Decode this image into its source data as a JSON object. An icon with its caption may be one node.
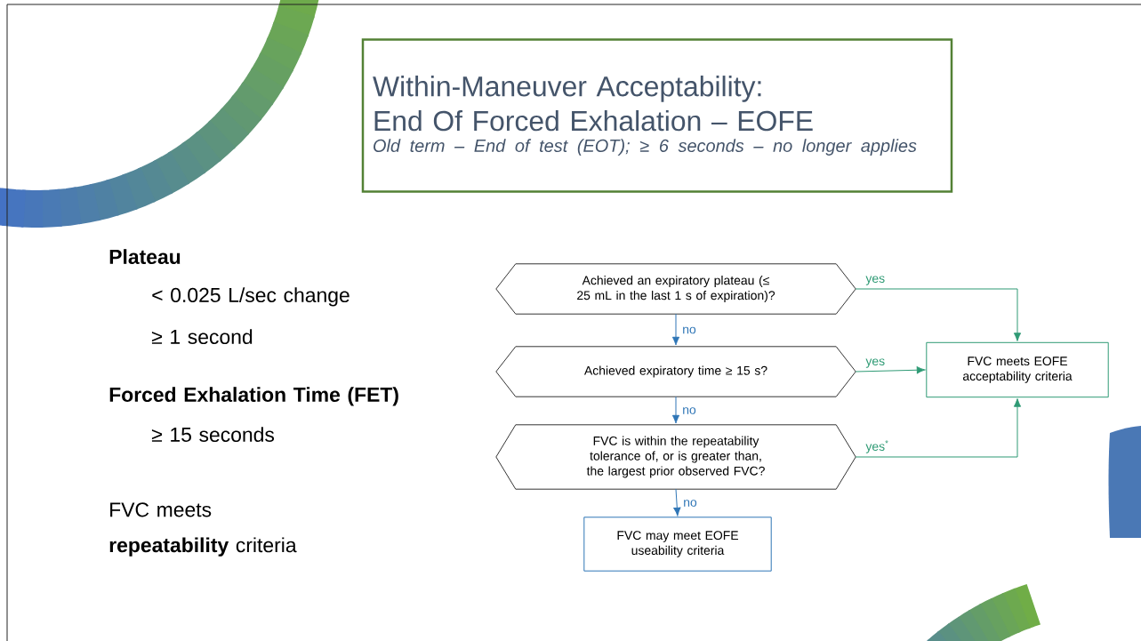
{
  "diagram": {
    "nodes": [
      {
        "text": [
          "Within-Maneuver Acceptability: End Of Forced Exhalation – EOFE",
          "Old term – End of test (EOT); ≥ 6 seconds – no longer applies"
        ]
      },
      {
        "text": [
          "Achieved an expiratory plateau (≤ 25 mL in the last 1 s of expiration)?"
        ]
      },
      {
        "text": [
          "Achieved expiratory time ≥ 15 s?"
        ]
      },
      {
        "text": [
          "FVC is within the repeatability tolerance of, or is greater than, the largest prior observed FVC?"
        ]
      },
      {
        "text": [
          "FVC may meet EOFE useability criteria"
        ]
      },
      {
        "text": [
          "FVC meets EOFE acceptability criteria"
        ]
      }
    ],
    "edges": [
      {
        "from": 1,
        "to": 2,
        "arrow": "to",
        "label": "no",
        "color": "#2e75b6"
      },
      {
        "from": 2,
        "to": 3,
        "arrow": "to",
        "label": "no",
        "color": "#2e75b6"
      },
      {
        "from": 3,
        "to": 4,
        "arrow": "to",
        "label": "no",
        "color": "#2e75b6"
      },
      {
        "from": 1,
        "to": 5,
        "arrow": "to",
        "label": "yes",
        "color": "#2e9a74"
      },
      {
        "from": 2,
        "to": 5,
        "arrow": "to",
        "label": "yes",
        "color": "#2e9a74"
      },
      {
        "from": 3,
        "to": 5,
        "arrow": "to",
        "label": "yes$^{*}$",
        "color": "#2e9a74"
      }
    ],
    "labels": [
      "Plateau",
      "< 0.025 L/sec change",
      "≥ 1 second",
      "Forced Exhalation Time (FET)",
      "≥ 15 seconds",
      "FVC meets **repeatability** criteria"
    ]
  }
}
